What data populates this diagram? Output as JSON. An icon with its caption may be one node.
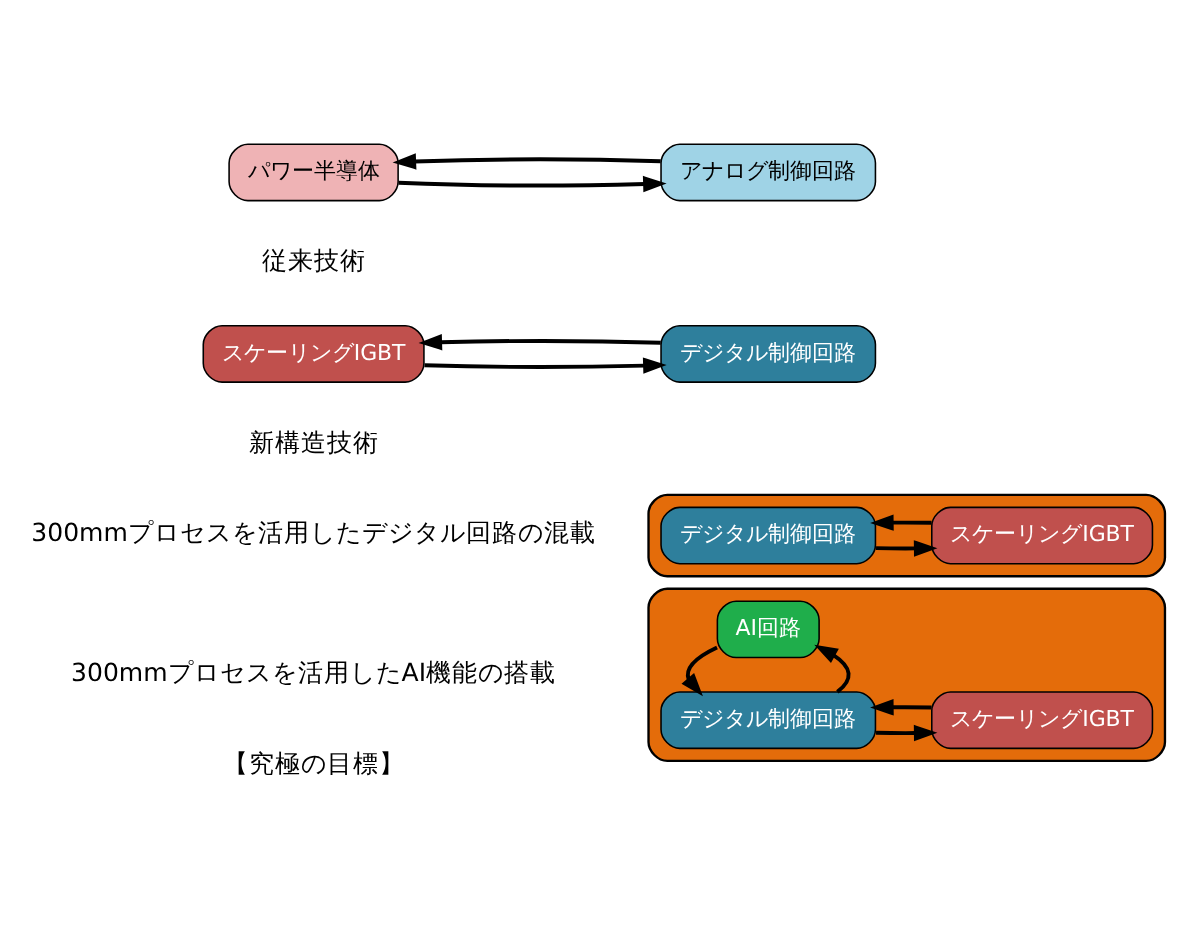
{
  "diagram": {
    "nodes": [
      {
        "text": [
          "アナログ制御回路"
        ]
      },
      {
        "text": [
          "パワー半導体"
        ]
      },
      {
        "text": [
          "デジタル制御回路"
        ]
      },
      {
        "text": [
          "スケーリングIGBT"
        ]
      },
      {
        "text": [],
        "shape": "box"
      },
      {
        "text": [
          "デジタル制御回路"
        ],
        "in": 4
      },
      {
        "text": [
          "スケーリングIGBT"
        ],
        "in": 4
      },
      {
        "text": [],
        "shape": "box"
      },
      {
        "text": [
          "AI回路"
        ],
        "in": 7
      },
      {
        "text": [
          "デジタル制御回路"
        ],
        "in": 7
      },
      {
        "text": [
          "スケーリングIGBT"
        ],
        "in": 7
      }
    ],
    "edges": [
      {
        "from": 0,
        "to": 1,
        "arrow": "to"
      },
      {
        "from": 1,
        "to": 0,
        "arrow": "to"
      },
      {
        "from": 2,
        "to": 3,
        "arrow": "to"
      },
      {
        "from": 3,
        "to": 2,
        "arrow": "to"
      },
      {
        "from": 5,
        "to": 6,
        "arrow": "to"
      },
      {
        "from": 6,
        "to": 5,
        "arrow": "to"
      },
      {
        "from": 9,
        "to": 8,
        "arrow": "to"
      },
      {
        "from": 8,
        "to": 9,
        "arrow": "to"
      },
      {
        "from": 9,
        "to": 10,
        "arrow": "to"
      },
      {
        "from": 10,
        "to": 9,
        "arrow": "to"
      }
    ],
    "labels": [
      "従来技術",
      "新構造技術",
      "300mmプロセスを活用したデジタル回路の混載",
      "300mmプロセスを活用したAI機能の搭載",
      "【究極の目標】"
    ]
  }
}
